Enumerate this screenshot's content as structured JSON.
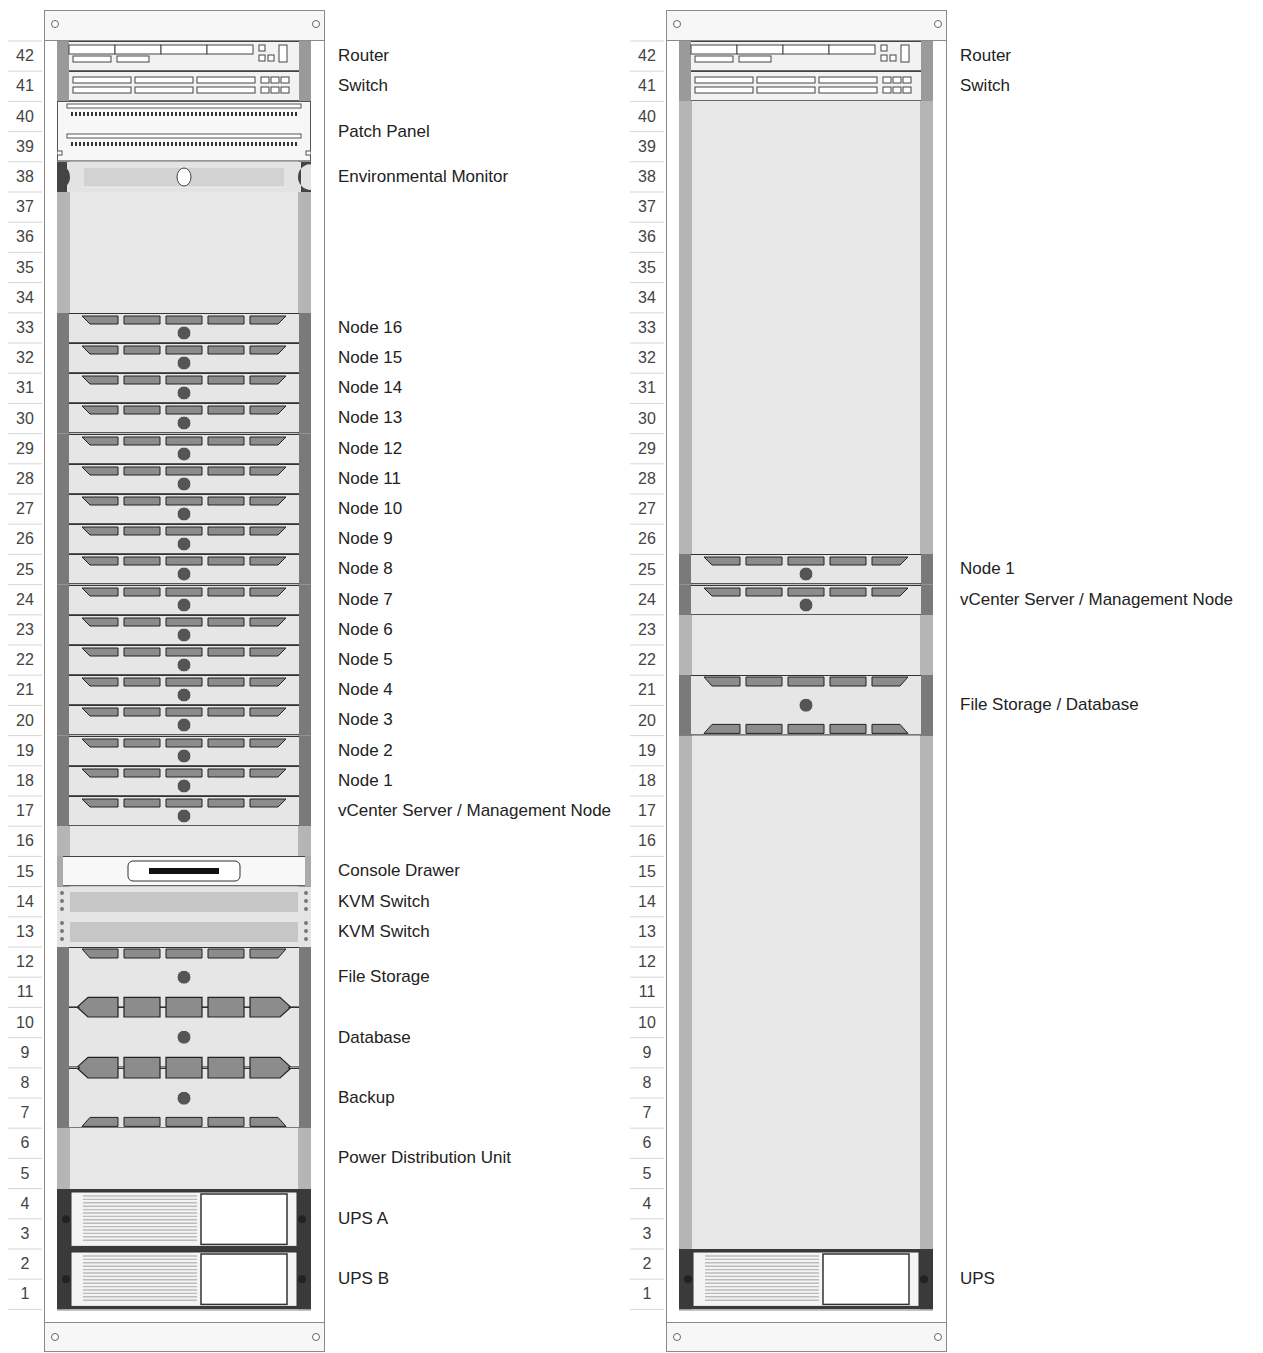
{
  "diagram": {
    "nodes": [
      {
        "text": [
          "Router"
        ]
      },
      {
        "text": [
          "Switch"
        ]
      },
      {
        "text": [
          "Patch Panel"
        ]
      },
      {
        "text": [
          "Environmental Monitor"
        ]
      },
      {
        "text": [
          "Node 16"
        ]
      },
      {
        "text": [
          "Node 15"
        ]
      },
      {
        "text": [
          "Node 14"
        ]
      },
      {
        "text": [
          "Node 13"
        ]
      },
      {
        "text": [
          "Node 12"
        ]
      },
      {
        "text": [
          "Node 11"
        ]
      },
      {
        "text": [
          "Node 10"
        ]
      },
      {
        "text": [
          "Node 9"
        ]
      },
      {
        "text": [
          "Node 8"
        ]
      },
      {
        "text": [
          "Node 7"
        ]
      },
      {
        "text": [
          "Node 6"
        ]
      },
      {
        "text": [
          "Node 5"
        ]
      },
      {
        "text": [
          "Node 4"
        ]
      },
      {
        "text": [
          "Node 3"
        ]
      },
      {
        "text": [
          "Node 2"
        ]
      },
      {
        "text": [
          "Node 1"
        ]
      },
      {
        "text": [
          "vCenter Server / Management Node"
        ]
      },
      {
        "text": [
          "Console Drawer"
        ]
      },
      {
        "text": [
          "KVM Switch"
        ]
      },
      {
        "text": [
          "KVM Switch"
        ]
      },
      {
        "text": [
          "File Storage"
        ]
      },
      {
        "text": [
          "Database"
        ]
      },
      {
        "text": [
          "Backup"
        ]
      },
      {
        "text": [
          "Power Distribution Unit"
        ]
      },
      {
        "text": [
          "UPS A"
        ]
      },
      {
        "text": [
          "UPS B"
        ]
      },
      {
        "text": [
          "Router"
        ]
      },
      {
        "text": [
          "Switch"
        ]
      },
      {
        "text": [
          "Node 1"
        ]
      },
      {
        "text": [
          "vCenter Server / Management Node"
        ]
      },
      {
        "text": [
          "File Storage / Database"
        ]
      },
      {
        "text": [
          "UPS"
        ]
      }
    ],
    "labels": [
      "42",
      "41",
      "40",
      "39",
      "38",
      "37",
      "36",
      "35",
      "34",
      "33",
      "32",
      "31",
      "30",
      "29",
      "28",
      "27",
      "26",
      "25",
      "24",
      "23",
      "22",
      "21",
      "20",
      "19",
      "18",
      "17",
      "16",
      "15",
      "14",
      "13",
      "12",
      "11",
      "10",
      "9",
      "8",
      "7",
      "6",
      "5",
      "4",
      "3",
      "2",
      "1",
      "42",
      "41",
      "40",
      "39",
      "38",
      "37",
      "36",
      "35",
      "34",
      "33",
      "32",
      "31",
      "30",
      "29",
      "28",
      "27",
      "26",
      "25",
      "24",
      "23",
      "22",
      "21",
      "20",
      "19",
      "18",
      "17",
      "16",
      "15",
      "14",
      "13",
      "12",
      "11",
      "10",
      "9",
      "8",
      "7",
      "6",
      "5",
      "4",
      "3",
      "2",
      "1"
    ]
  }
}
